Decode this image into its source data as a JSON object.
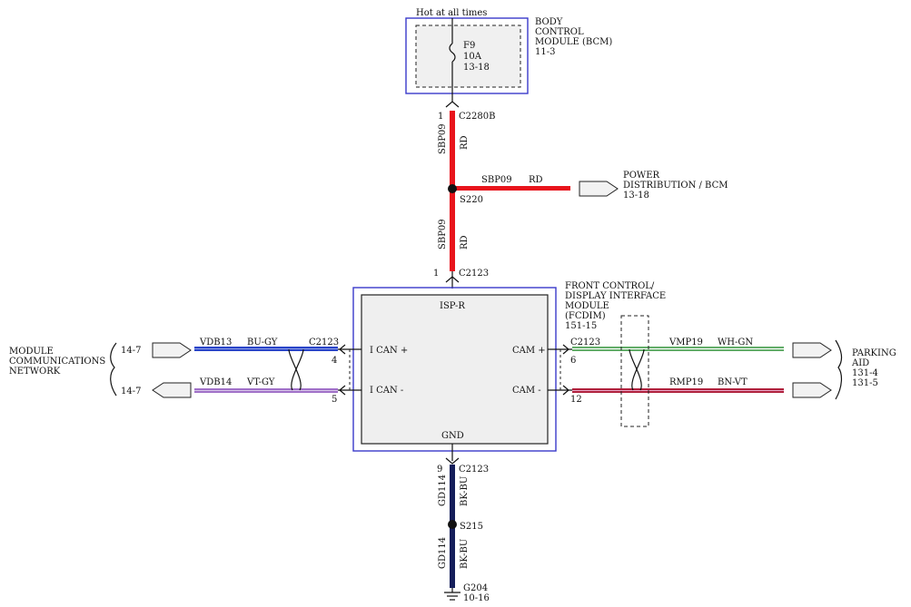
{
  "bcm": {
    "supply_label": "Hot at all times",
    "fuse_id": "F9",
    "fuse_rating": "10A",
    "fuse_ref": "13-18",
    "title_line1": "BODY",
    "title_line2": "CONTROL",
    "title_line3": "MODULE (BCM)",
    "ref": "11-3"
  },
  "upper_harness": {
    "pin_top": "1",
    "connector_top": "C2280B",
    "circuit": "SBP09",
    "color": "RD",
    "splice": "S220",
    "branch_circuit": "SBP09",
    "branch_color": "RD",
    "pin_bottom": "1",
    "connector_bottom": "C2123"
  },
  "power_dist": {
    "line1": "POWER",
    "line2": "DISTRIBUTION / BCM",
    "ref": "13-18"
  },
  "fcdim": {
    "title_line1": "FRONT CONTROL/",
    "title_line2": "DISPLAY INTERFACE",
    "title_line3": "MODULE",
    "title_line4": "(FCDIM)",
    "ref": "151-15",
    "pin_isp": "ISP-R",
    "pin_gnd": "GND",
    "pin_ican_plus": "I CAN +",
    "pin_ican_minus": "I CAN -",
    "pin_cam_plus": "CAM +",
    "pin_cam_minus": "CAM -"
  },
  "left_net": {
    "line1": "MODULE",
    "line2": "COMMUNICATIONS",
    "line3": "NETWORK",
    "ref_top": "14-7",
    "ref_bottom": "14-7",
    "top_circuit": "VDB13",
    "top_color": "BU-GY",
    "top_connector": "C2123",
    "top_pin": "4",
    "bottom_circuit": "VDB14",
    "bottom_color": "VT-GY",
    "bottom_pin": "5"
  },
  "right_net": {
    "line1": "PARKING",
    "line2": "AID",
    "ref1": "131-4",
    "ref2": "131-5",
    "top_connector": "C2123",
    "top_pin": "6",
    "top_circuit": "VMP19",
    "top_color": "WH-GN",
    "bottom_pin": "12",
    "bottom_circuit": "RMP19",
    "bottom_color": "BN-VT"
  },
  "ground": {
    "pin": "9",
    "connector": "C2123",
    "circuit": "GD114",
    "color": "BK-BU",
    "splice": "S215",
    "circuit2": "GD114",
    "color2": "BK-BU",
    "ground_id": "G204",
    "ground_ref": "10-16"
  },
  "colors": {
    "red_wire": "#e8141c",
    "blue_wire": "#2a45c8",
    "violet_wire": "#a070c8",
    "green_wire": "#5aa860",
    "brown_violet_wire": "#b0203c",
    "dark_blue_wire": "#141e5a",
    "frame_blue": "#3a3acb"
  }
}
